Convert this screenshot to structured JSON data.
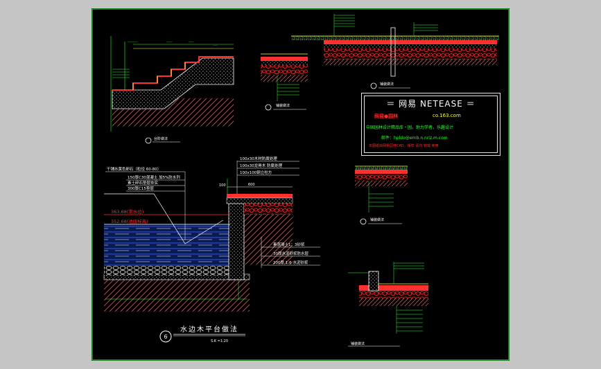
{
  "stamp": {
    "line1": "＝ 网易 NETEASE ＝",
    "line2_red": "网易●园林",
    "line2_yellow": "co.163.com",
    "line3": "中国园林设计精品库・园，助力学者，乐趣设计",
    "line4": "邮件：hpldo@ernb.n.nriz.m.com",
    "line5": "本图纸由网易园林CAD，版权 请勿 转载 使用"
  },
  "main_detail": {
    "title": "水边木平台做法",
    "scale": "S.K =1:20",
    "number": "6",
    "elev_high": "363.68(常水位)",
    "elev_low": "352.68(池底标高)",
    "dim_100": "100",
    "dim_600": "600"
  },
  "main_left_notes": [
    "干铺水黄色卵石（粒径 60-80）",
    "150厚C30混凝土 加5%防水剂",
    "素土碎石垫层夯实",
    "300厚C15垫层"
  ],
  "main_top_notes": [
    "100x30木材防腐处理",
    "100x30龙骨木 防腐处理",
    "100x100钢立柱方"
  ],
  "main_right_notes": [
    "素混凝土1：3砂浆",
    "30厚水泥砂浆防水层",
    "200厚 1:6 水泥砂浆"
  ],
  "small_captions": {
    "stairs": "台阶做法",
    "section_a": "铺装做法",
    "section_b": "铺装做法",
    "section_c": "铺装做法",
    "section_d": "铺装做法"
  }
}
